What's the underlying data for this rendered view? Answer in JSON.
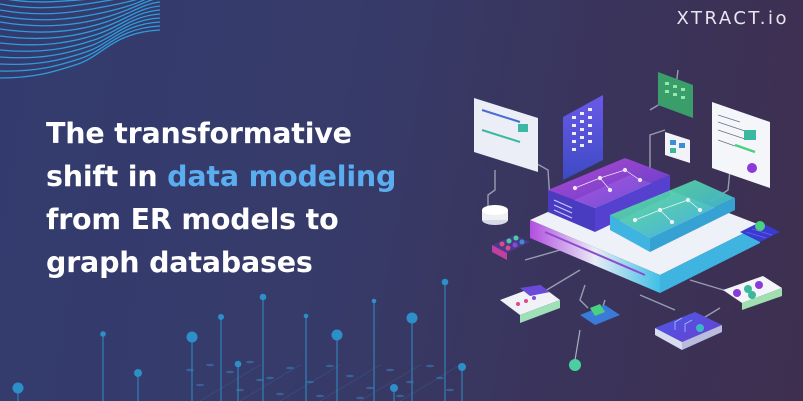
{
  "brand": {
    "logo_text": "XTRACT.io"
  },
  "headline": {
    "line1": "The transformative",
    "line2_prefix": "shift in ",
    "line2_highlight": "data modeling",
    "line3": "from ER models to",
    "line4": "graph databases"
  },
  "colors": {
    "background_left": "#333b6e",
    "background_right": "#3e2f4f",
    "headline_text": "#ffffff",
    "highlight_text": "#5aaef0",
    "wave_lines": "#2fa6e6",
    "data_pins": "#2d8fc8"
  },
  "illustration": {
    "description": "isometric database server connected to floating UI cards, charts and device nodes"
  }
}
